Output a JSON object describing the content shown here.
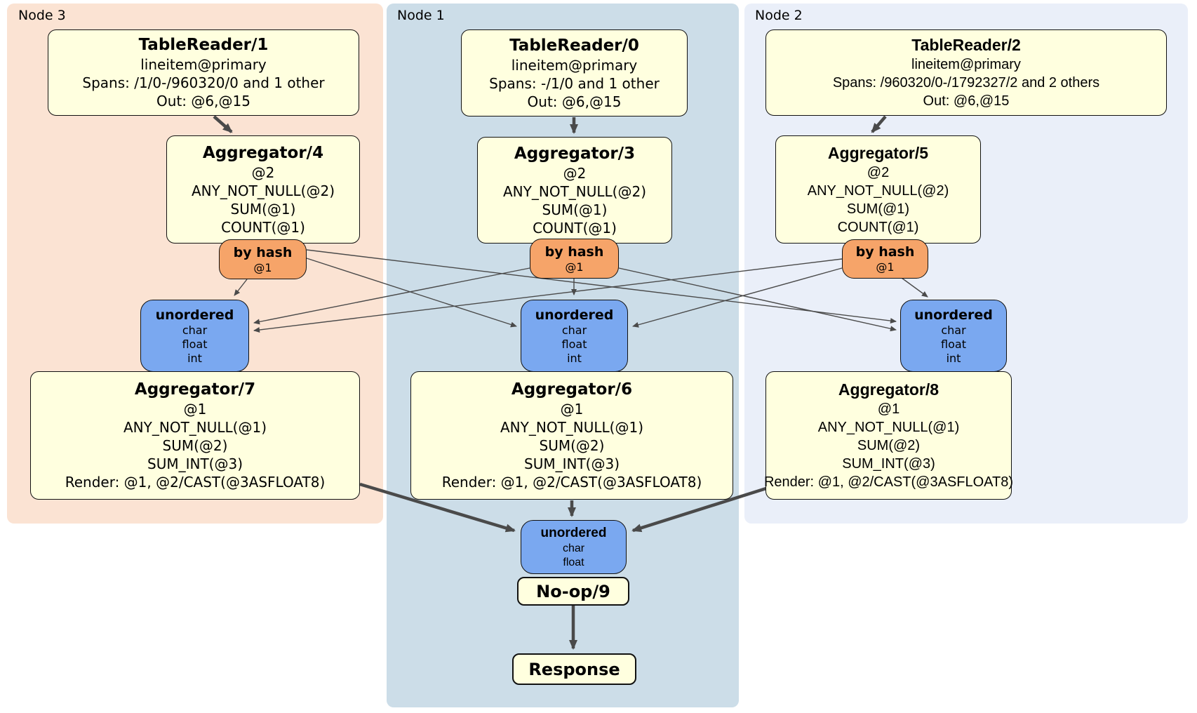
{
  "diagram": {
    "node3": {
      "label": "Node 3",
      "tablereader": {
        "title": "TableReader/1",
        "lines": [
          "lineitem@primary",
          "Spans: /1/0-/960320/0 and 1 other",
          "Out: @6,@15"
        ]
      },
      "aggregator_top": {
        "title": "Aggregator/4",
        "lines": [
          "@2",
          "ANY_NOT_NULL(@2)",
          "SUM(@1)",
          "COUNT(@1)"
        ]
      },
      "router": {
        "title": "by hash",
        "lines": [
          "@1"
        ]
      },
      "sync": {
        "title": "unordered",
        "lines": [
          "char",
          "float",
          "int"
        ]
      },
      "aggregator_bottom": {
        "title": "Aggregator/7",
        "lines": [
          "@1",
          "ANY_NOT_NULL(@1)",
          "SUM(@2)",
          "SUM_INT(@3)",
          "Render: @1, @2/CAST(@3ASFLOAT8)"
        ]
      }
    },
    "node1": {
      "label": "Node 1",
      "tablereader": {
        "title": "TableReader/0",
        "lines": [
          "lineitem@primary",
          "Spans: -/1/0 and 1 other",
          "Out: @6,@15"
        ]
      },
      "aggregator_top": {
        "title": "Aggregator/3",
        "lines": [
          "@2",
          "ANY_NOT_NULL(@2)",
          "SUM(@1)",
          "COUNT(@1)"
        ]
      },
      "router": {
        "title": "by hash",
        "lines": [
          "@1"
        ]
      },
      "sync": {
        "title": "unordered",
        "lines": [
          "char",
          "float",
          "int"
        ]
      },
      "aggregator_bottom": {
        "title": "Aggregator/6",
        "lines": [
          "@1",
          "ANY_NOT_NULL(@1)",
          "SUM(@2)",
          "SUM_INT(@3)",
          "Render: @1, @2/CAST(@3ASFLOAT8)"
        ]
      },
      "final_sync": {
        "title": "unordered",
        "lines": [
          "char",
          "float"
        ]
      },
      "noop": {
        "title": "No-op/9"
      },
      "response": {
        "title": "Response"
      }
    },
    "node2": {
      "label": "Node 2",
      "tablereader": {
        "title": "TableReader/2",
        "lines": [
          "lineitem@primary",
          "Spans: /960320/0-/1792327/2 and 2 others",
          "Out: @6,@15"
        ]
      },
      "aggregator_top": {
        "title": "Aggregator/5",
        "lines": [
          "@2",
          "ANY_NOT_NULL(@2)",
          "SUM(@1)",
          "COUNT(@1)"
        ]
      },
      "router": {
        "title": "by hash",
        "lines": [
          "@1"
        ]
      },
      "sync": {
        "title": "unordered",
        "lines": [
          "char",
          "float",
          "int"
        ]
      },
      "aggregator_bottom": {
        "title": "Aggregator/8",
        "lines": [
          "@1",
          "ANY_NOT_NULL(@1)",
          "SUM(@2)",
          "SUM_INT(@3)",
          "Render: @1, @2/CAST(@3ASFLOAT8)"
        ]
      }
    }
  },
  "colors": {
    "node3_bg": "#FBE3D3",
    "node1_bg": "#CCDDE8",
    "node2_bg": "#EAEFF9",
    "processor_fill": "#FFFFDF",
    "router_fill": "#F6A469",
    "sync_fill": "#7AA8F0",
    "edge": "#4A4A4A",
    "border": "#111111"
  }
}
